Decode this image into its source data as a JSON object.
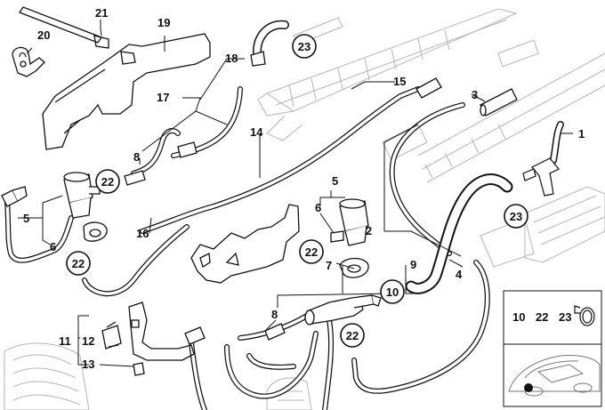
{
  "diagram": {
    "labels": {
      "l1": "1",
      "l2": "2",
      "l3": "3",
      "l4": "4",
      "l5a": "5",
      "l5b": "5",
      "l6a": "6",
      "l6b": "6",
      "l7": "7",
      "l8a": "8",
      "l8b": "8",
      "l9": "9",
      "l11": "11",
      "l12": "12",
      "l13": "13",
      "l14": "14",
      "l15": "15",
      "l16": "16",
      "l17": "17",
      "l18": "18",
      "l19": "19",
      "l20": "20",
      "l21": "21"
    },
    "circled": {
      "c10": "10",
      "c22a": "22",
      "c22b": "22",
      "c22c": "22",
      "c22d": "22",
      "c23a": "23",
      "c23b": "23"
    },
    "legend_box": {
      "a": "10",
      "b": "22",
      "c": "23"
    }
  }
}
